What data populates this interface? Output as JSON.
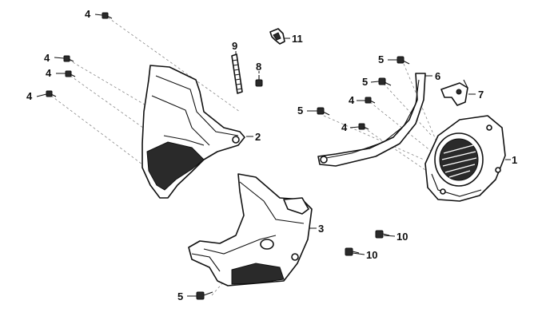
{
  "callouts": [
    "1",
    "2",
    "3",
    "4",
    "5",
    "6",
    "7",
    "8",
    "9",
    "10",
    "11"
  ]
}
